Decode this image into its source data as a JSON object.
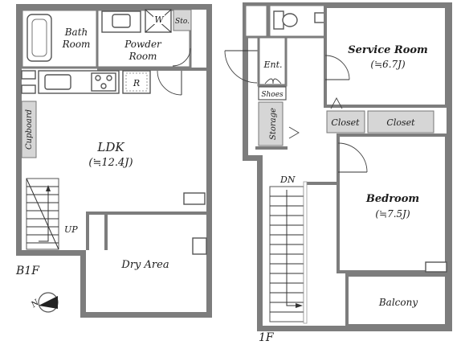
{
  "floors": {
    "b1f": {
      "label": "B1F",
      "rooms": {
        "bath": {
          "line1": "Bath",
          "line2": "Room"
        },
        "powder": {
          "line1": "Powder",
          "line2": "Room"
        },
        "washer": "W",
        "storage": "Sto.",
        "fridge": "R",
        "cupboard": "Cupboard",
        "ldk": {
          "name": "LDK",
          "size": "(≒12.4J)"
        },
        "stairs_up": "UP",
        "dry_area": "Dry Area"
      }
    },
    "f1": {
      "label": "1F",
      "rooms": {
        "entrance": "Ent.",
        "shoes": "Shoes",
        "storage": "Storage",
        "service_room": {
          "name": "Service Room",
          "size": "(≒6.7J)"
        },
        "closet_left": "Closet",
        "closet_right": "Closet",
        "bedroom": {
          "name": "Bedroom",
          "size": "(≒7.5J)"
        },
        "stairs_down": "DN",
        "balcony": "Balcony"
      }
    }
  },
  "compass": {
    "north": "N"
  }
}
